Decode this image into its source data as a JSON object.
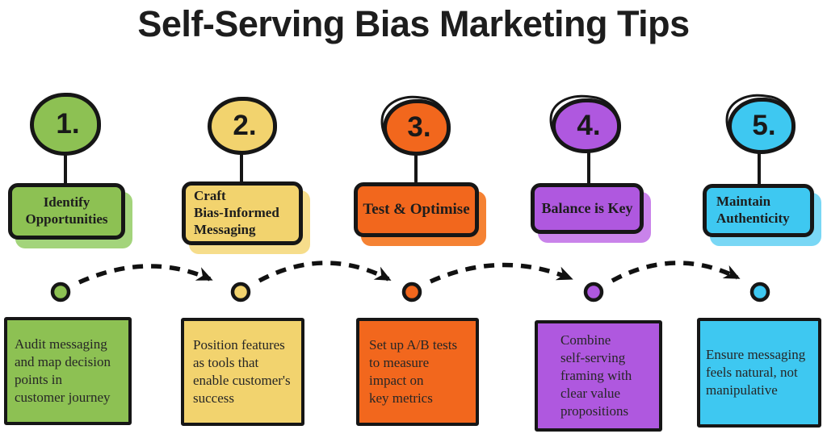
{
  "title": "Self-Serving Bias Marketing Tips",
  "steps": [
    {
      "number": "1.",
      "label": "Identify\nOpportunities",
      "note": "Audit messaging\nand map decision\npoints in\ncustomer journey",
      "color": "#8dc153",
      "shadow": "#a3d47b"
    },
    {
      "number": "2.",
      "label": "Craft\nBias-Informed\nMessaging",
      "note": "Position features\nas tools that\nenable customer's\nsuccess",
      "color": "#f2d36e",
      "shadow": "#f6dd8b"
    },
    {
      "number": "3.",
      "label": "Test & Optimise",
      "note": "Set up A/B tests\nto measure\nimpact on\nkey metrics",
      "color": "#f2671d",
      "shadow": "#f58233"
    },
    {
      "number": "4.",
      "label": "Balance is Key",
      "note": "Combine\nself-serving\nframing with\nclear value\npropositions",
      "color": "#af58df",
      "shadow": "#c983ea"
    },
    {
      "number": "5.",
      "label": "Maintain\nAuthenticity",
      "note": "Ensure messaging\nfeels natural, not\nmanipulative",
      "color": "#3ec8f1",
      "shadow": "#79d7f5"
    }
  ],
  "colors": {
    "outline": "#161616",
    "arrow": "#111111",
    "background": "#ffffff"
  }
}
